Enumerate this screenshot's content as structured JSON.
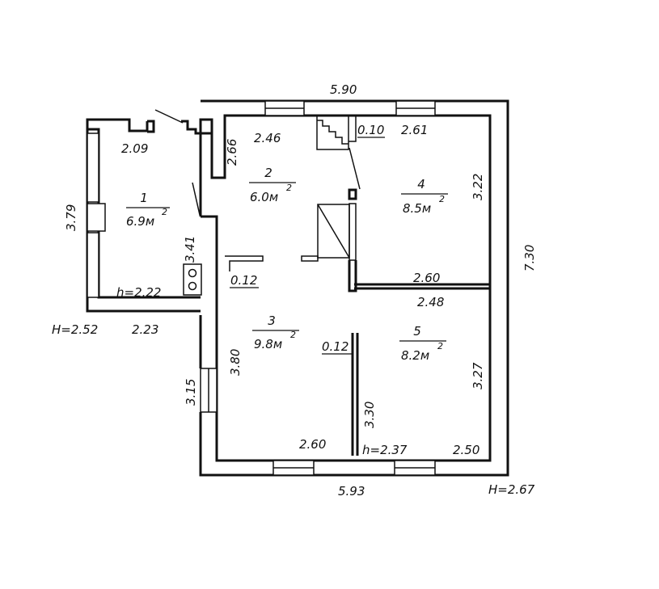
{
  "colors": {
    "line": "#111111",
    "background": "#ffffff"
  },
  "rooms": [
    {
      "number": "1",
      "area": "6.9м",
      "sup": "2"
    },
    {
      "number": "2",
      "area": "6.0м",
      "sup": "2"
    },
    {
      "number": "3",
      "area": "9.8м",
      "sup": "2"
    },
    {
      "number": "4",
      "area": "8.5м",
      "sup": "2"
    },
    {
      "number": "5",
      "area": "8.2м",
      "sup": "2"
    }
  ],
  "dimensions": {
    "top_total": "5.90",
    "bottom_total": "5.93",
    "right_total": "7.30",
    "porch_top": "2.09",
    "porch_left": "3.79",
    "porch_right": "3.41",
    "porch_bottom": "2.23",
    "hall_top": "2.46",
    "hall_left_stub": "2.66",
    "hall_wall": "0.10",
    "room4_top": "2.61",
    "room4_right": "3.22",
    "room4_bottom": "2.60",
    "room5_top": "2.48",
    "room5_right": "3.27",
    "room5_bottom": "2.50",
    "room3_left": "3.80",
    "room3_bottom": "2.60",
    "room3_wall": "0.12",
    "partition_wall": "0.12",
    "partition_len": "3.30",
    "outer_left": "3.15"
  },
  "heights": {
    "porch": "h=2.22",
    "rooms": "h=2.37",
    "outer_left": "H=2.52",
    "outer_right": "H=2.67"
  }
}
